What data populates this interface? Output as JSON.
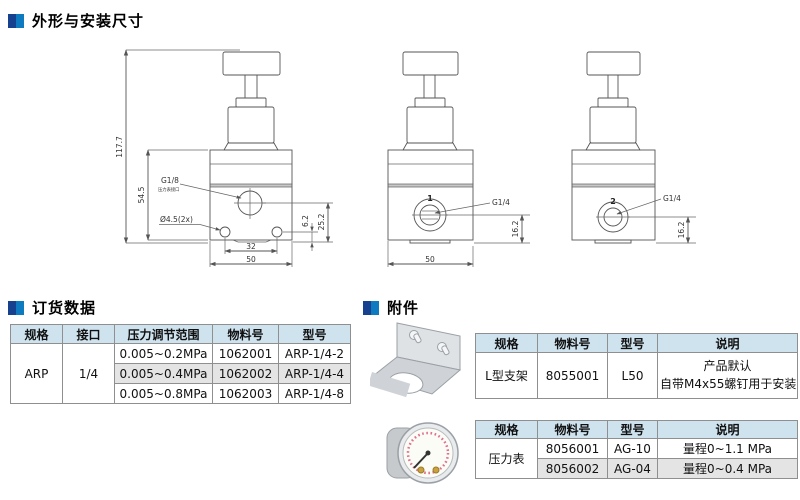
{
  "sections": {
    "dimensions_title": "外形与安装尺寸",
    "ordering_title": "订货数据",
    "accessories_title": "附件"
  },
  "colors": {
    "accent_dark": "#16418f",
    "accent_blue": "#0e7ac0",
    "table_header_bg": "#cfe3ef",
    "row_alt_bg": "#e4e4e4",
    "table_border": "#8f8f8f",
    "drawing_line": "#555555"
  },
  "drawings": {
    "front": {
      "overall_height": "117.7",
      "body_height": "54.5",
      "gauge_port": "G1/8",
      "gauge_port_note": "压力表接口",
      "mount_holes": "Ø4.5(2x)",
      "hole_offset": "6.2",
      "port_offset": "25.2",
      "hole_spacing": "32",
      "body_width": "50"
    },
    "side1": {
      "port_label": "1",
      "thread": "G1/4",
      "port_height": "16.2",
      "body_width": "50"
    },
    "side2": {
      "port_label": "2",
      "thread": "G1/4",
      "port_height": "16.2"
    }
  },
  "ordering_table": {
    "headers": [
      "规格",
      "接口",
      "压力调节范围",
      "物料号",
      "型号"
    ],
    "spec": "ARP",
    "port": "1/4",
    "rows": [
      {
        "range": "0.005~0.2MPa",
        "part_no": "1062001",
        "model": "ARP-1/4-2"
      },
      {
        "range": "0.005~0.4MPa",
        "part_no": "1062002",
        "model": "ARP-1/4-4"
      },
      {
        "range": "0.005~0.8MPa",
        "part_no": "1062003",
        "model": "ARP-1/4-8"
      }
    ]
  },
  "accessories": {
    "bracket_table": {
      "headers": [
        "规格",
        "物料号",
        "型号",
        "说明"
      ],
      "spec": "L型支架",
      "part_no": "8055001",
      "model": "L50",
      "desc_line1": "产品默认",
      "desc_line2": "自带M4x55螺钉用于安装"
    },
    "gauge_table": {
      "headers": [
        "规格",
        "物料号",
        "型号",
        "说明"
      ],
      "spec": "压力表",
      "rows": [
        {
          "part_no": "8056001",
          "model": "AG-10",
          "desc": "量程0~1.1 MPa"
        },
        {
          "part_no": "8056002",
          "model": "AG-04",
          "desc": "量程0~0.4 MPa"
        }
      ]
    }
  }
}
